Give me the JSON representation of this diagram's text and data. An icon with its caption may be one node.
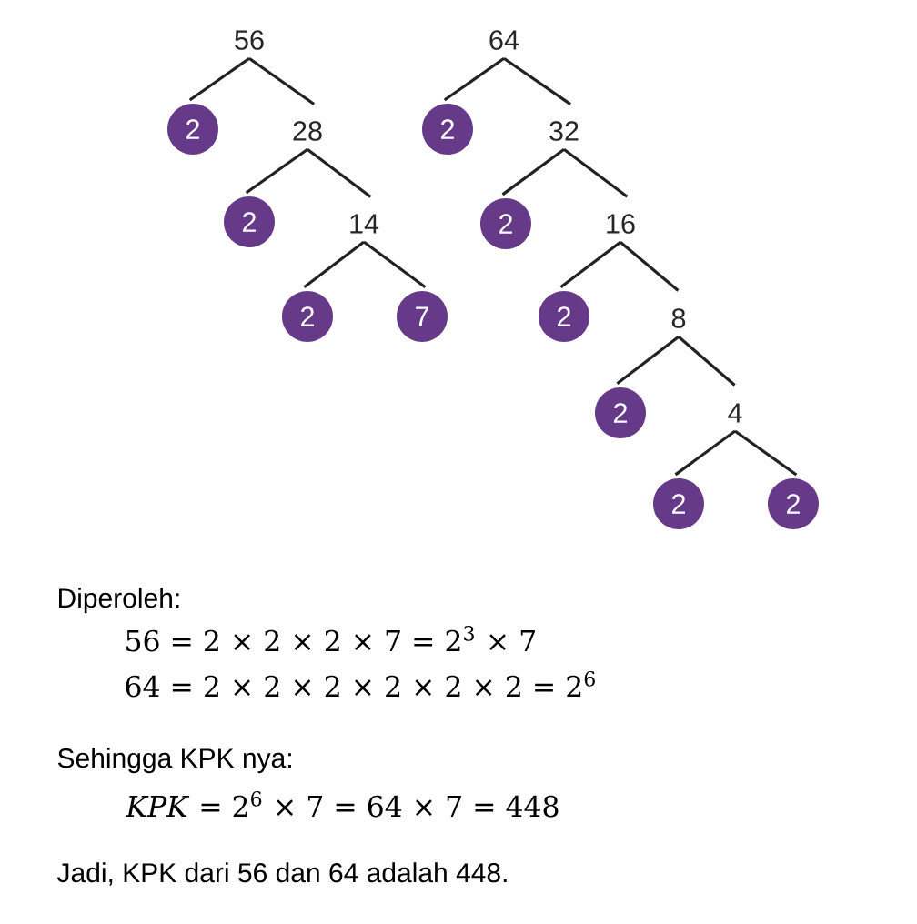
{
  "diagram": {
    "nodes": [
      {
        "text": [
          "56"
        ]
      },
      {
        "text": [
          "2"
        ]
      },
      {
        "text": [
          "28"
        ]
      },
      {
        "text": [
          "2"
        ]
      },
      {
        "text": [
          "14"
        ]
      },
      {
        "text": [
          "2"
        ]
      },
      {
        "text": [
          "7"
        ]
      },
      {
        "text": [
          "64"
        ]
      },
      {
        "text": [
          "2"
        ]
      },
      {
        "text": [
          "32"
        ]
      },
      {
        "text": [
          "2"
        ]
      },
      {
        "text": [
          "16"
        ]
      },
      {
        "text": [
          "2"
        ]
      },
      {
        "text": [
          "8"
        ]
      },
      {
        "text": [
          "2"
        ]
      },
      {
        "text": [
          "4"
        ]
      },
      {
        "text": [
          "2"
        ]
      },
      {
        "text": [
          "2"
        ]
      }
    ],
    "edges": [
      {
        "from": 0,
        "to": 1,
        "arrow": "none"
      },
      {
        "from": 0,
        "to": 2,
        "arrow": "none"
      },
      {
        "from": 2,
        "to": 3,
        "arrow": "none"
      },
      {
        "from": 2,
        "to": 4,
        "arrow": "none"
      },
      {
        "from": 4,
        "to": 5,
        "arrow": "none"
      },
      {
        "from": 4,
        "to": 6,
        "arrow": "none"
      },
      {
        "from": 7,
        "to": 8,
        "arrow": "none"
      },
      {
        "from": 7,
        "to": 9,
        "arrow": "none"
      },
      {
        "from": 9,
        "to": 10,
        "arrow": "none"
      },
      {
        "from": 9,
        "to": 11,
        "arrow": "none"
      },
      {
        "from": 11,
        "to": 12,
        "arrow": "none"
      },
      {
        "from": 11,
        "to": 13,
        "arrow": "none"
      },
      {
        "from": 13,
        "to": 14,
        "arrow": "none"
      },
      {
        "from": 13,
        "to": 15,
        "arrow": "none"
      },
      {
        "from": 15,
        "to": 16,
        "arrow": "none"
      },
      {
        "from": 15,
        "to": 17,
        "arrow": "none"
      }
    ],
    "labels": [
      "Diperoleh:",
      "56 = 2 × 2 × 2 × 7 = 2$^{3}$ × 7",
      "64 = 2 × 2 × 2 × 2 × 2 × 2 = 2$^{6}$",
      "Sehingga KPK nya:",
      "*KPK* = 2$^{6}$ × 7 = 64 × 7 = 448",
      "Jadi, KPK dari 56 dan 64 adalah 448."
    ]
  }
}
